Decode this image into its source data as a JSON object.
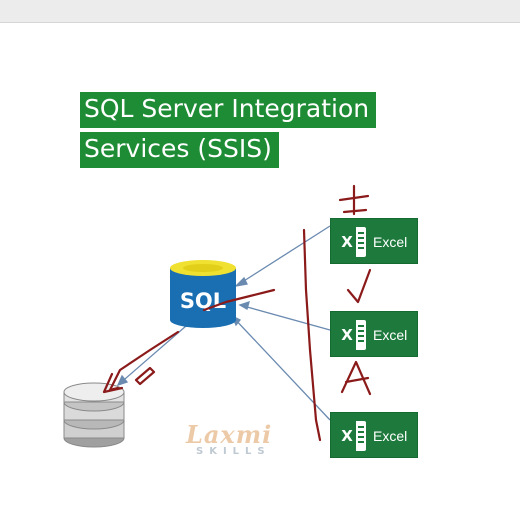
{
  "slide": {
    "title_line1": "SQL Server Integration",
    "title_line2": "Services (SSIS)"
  },
  "sql_icon": {
    "label": "SQL"
  },
  "excel_files": [
    {
      "label": "Excel"
    },
    {
      "label": "Excel"
    },
    {
      "label": "Excel"
    }
  ],
  "watermark": {
    "main": "Laxmi",
    "sub": "SKILLS"
  },
  "colors": {
    "title_bg": "#1e8c35",
    "excel_bg": "#1e7a3c",
    "sql_blue": "#1a6fb3",
    "sql_top": "#f0e030",
    "annotation_ink": "#8b1a1a",
    "arrow": "#6a8ab0"
  }
}
